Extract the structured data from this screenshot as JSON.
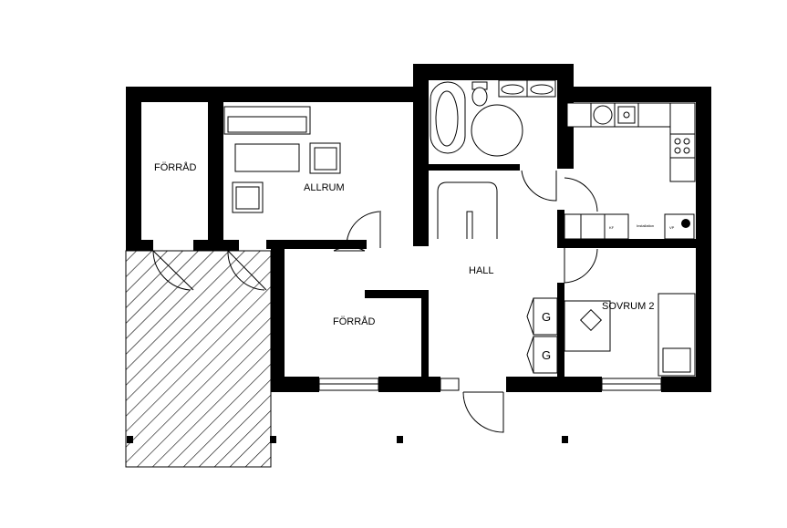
{
  "rooms": {
    "storage_1": "FÖRRÅD",
    "living_room": "ALLRUM",
    "hall": "HALL",
    "storage_2": "FÖRRÅD",
    "bedroom_2": "SOVRUM 2"
  },
  "fixtures": {
    "wardrobe_1": "G",
    "wardrobe_2": "G",
    "fridge_freezer": "KF",
    "installation": "Installation",
    "heat_pump": "VP"
  },
  "colors": {
    "wall": "#000000",
    "background": "#ffffff"
  }
}
